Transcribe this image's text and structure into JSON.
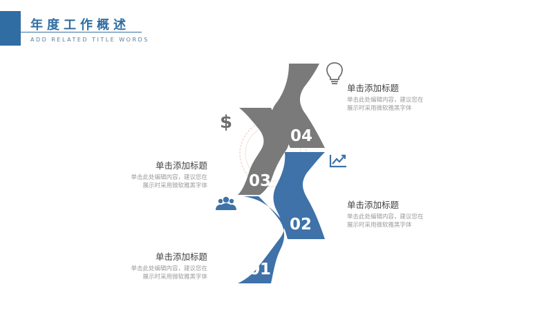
{
  "header": {
    "title": "年度工作概述",
    "subtitle": "ADD RELATED TITLE WORDS"
  },
  "steps": [
    {
      "number": "01",
      "heading": "单击添加标题",
      "body_line1": "单击此处编辑内容，建议您在",
      "body_line2": "展示时采用微软雅黑字体",
      "icon": "users-icon",
      "color": "#3e72a8"
    },
    {
      "number": "02",
      "heading": "单击添加标题",
      "body_line1": "单击此处编辑内容，建议您在",
      "body_line2": "展示时采用微软雅黑字体",
      "icon": "trend-chart-icon",
      "color": "#3e72a8"
    },
    {
      "number": "03",
      "heading": "单击添加标题",
      "body_line1": "单击此处编辑内容，建议您在",
      "body_line2": "展示时采用微软雅黑字体",
      "icon": "dollar-icon",
      "color": "#7a7a7a"
    },
    {
      "number": "04",
      "heading": "单击添加标题",
      "body_line1": "单击此处编辑内容，建议您在",
      "body_line2": "展示时采用微软雅黑字体",
      "icon": "lightbulb-icon",
      "color": "#7a7a7a"
    }
  ],
  "colors": {
    "accent_blue": "#2f6da3",
    "shape_blue": "#3e72a8",
    "shape_gray": "#7a7a7a",
    "icon_gray": "#6e6e6e"
  }
}
